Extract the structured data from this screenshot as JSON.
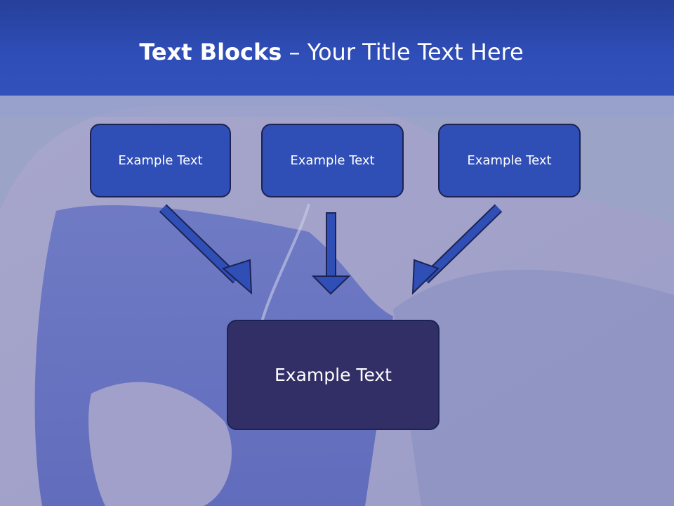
{
  "slide": {
    "title_bold": "Text Blocks",
    "title_dash": " – ",
    "title_rest": "Your Title Text Here"
  },
  "diagram": {
    "blocks": [
      {
        "label": "Example Text"
      },
      {
        "label": "Example Text"
      },
      {
        "label": "Example Text"
      }
    ],
    "target": {
      "label": "Example Text"
    }
  },
  "colors": {
    "title_bar": "#2f4eb8",
    "block_fill": "#2f4fb6",
    "target_fill": "#322f67",
    "border": "#1c2354",
    "arrow": "#2f4fb6"
  }
}
